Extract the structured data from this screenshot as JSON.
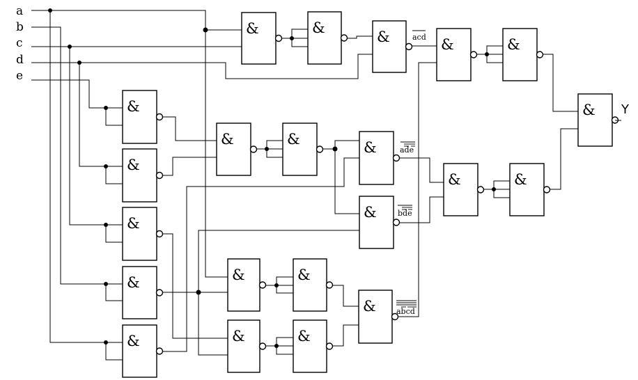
{
  "diagram": {
    "inputs": [
      "a",
      "b",
      "c",
      "d",
      "e"
    ],
    "output": "Y",
    "gate_symbol": "&",
    "term_labels": {
      "acd": "acd",
      "ade": "ade",
      "bde": "bde",
      "abcd": "abcd"
    }
  }
}
